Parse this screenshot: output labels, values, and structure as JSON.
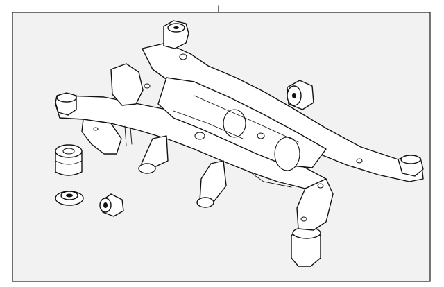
{
  "diagram": {
    "background": "#f2f2f2",
    "stroke": "#111111",
    "parts": [
      {
        "name": "crossmember-assembly"
      },
      {
        "name": "bushing-large"
      },
      {
        "name": "bushing-flanged"
      },
      {
        "name": "bushing-small-front"
      },
      {
        "name": "bushing-small-rear"
      }
    ]
  }
}
